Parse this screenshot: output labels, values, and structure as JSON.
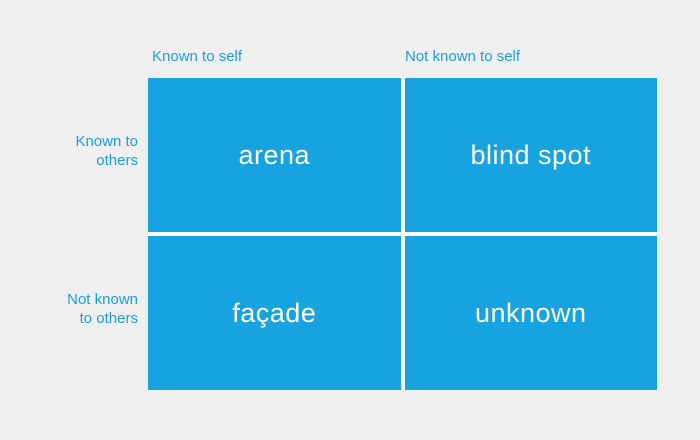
{
  "columns": [
    {
      "label": "Known to self"
    },
    {
      "label": "Not known to self"
    }
  ],
  "rows": [
    {
      "line1": "Known to",
      "line2": "others"
    },
    {
      "line1": "Not known",
      "line2": "to others"
    }
  ],
  "quadrants": [
    {
      "label": "arena"
    },
    {
      "label": "blind spot"
    },
    {
      "label": "façade"
    },
    {
      "label": "unknown"
    }
  ],
  "colors": {
    "background": "#efeff0",
    "quadrant_fill": "#16a3e0",
    "axis_label_text": "#1a9fdb",
    "quadrant_text": "#ffffff",
    "divider": "#ffffff"
  }
}
